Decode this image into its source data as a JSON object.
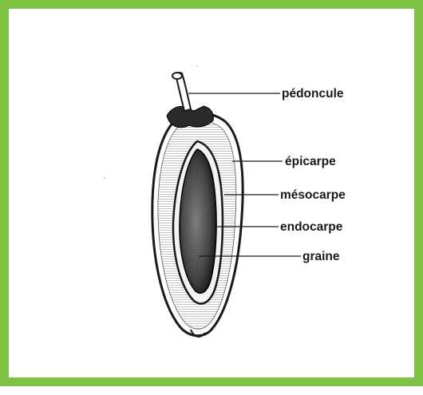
{
  "figure": {
    "border_color": "#7dc243",
    "labels": {
      "peduncle": "pédoncule",
      "epicarp": "épicarpe",
      "mesocarp": "mésocarpe",
      "endocarp": "endocarpe",
      "seed": "graine"
    }
  }
}
